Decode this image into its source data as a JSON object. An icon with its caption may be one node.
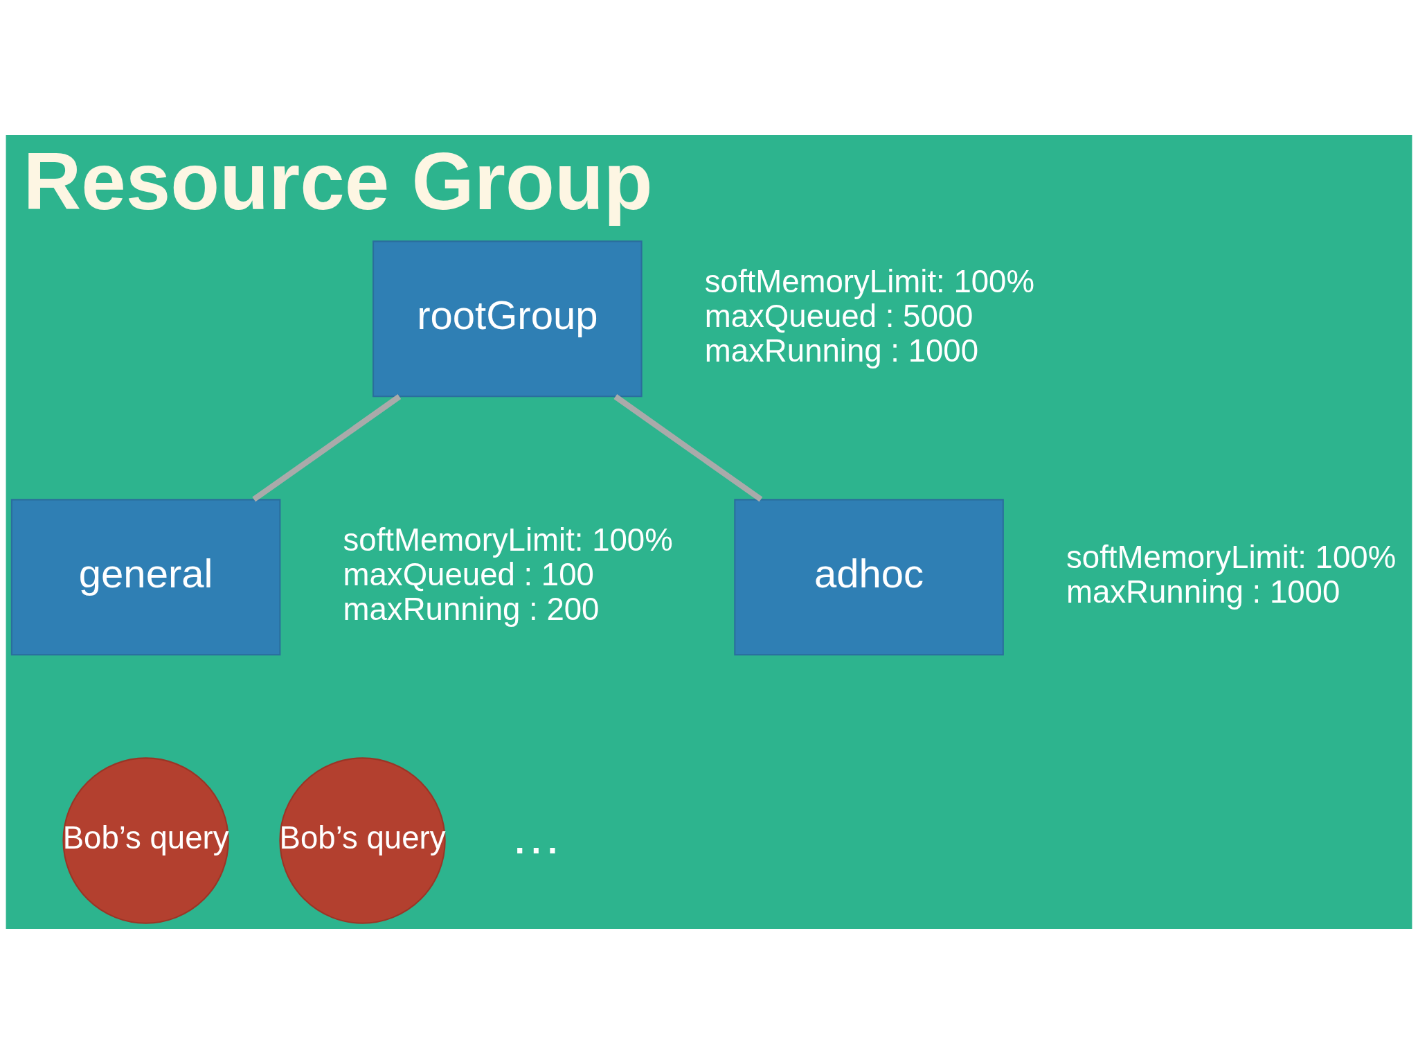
{
  "diagram": {
    "title": "Resource Group",
    "nodes": [
      {
        "text": [
          "rootGroup"
        ],
        "beside": [
          "softMemoryLimit: 100%",
          "maxQueued : 5000",
          "maxRunning : 1000"
        ]
      },
      {
        "text": [
          "general"
        ],
        "beside": [
          "softMemoryLimit: 100%",
          "maxQueued : 100",
          "maxRunning : 200"
        ]
      },
      {
        "text": [
          "adhoc"
        ],
        "beside": [
          "softMemoryLimit: 100%",
          "maxRunning : 1000"
        ]
      },
      {
        "text": [
          "Bob’s query"
        ]
      },
      {
        "text": [
          "Bob’s query"
        ]
      }
    ],
    "edges": [
      {
        "from": 0,
        "to": 1,
        "arrow": "none"
      },
      {
        "from": 0,
        "to": 2,
        "arrow": "none"
      }
    ],
    "labels": [
      "…"
    ]
  }
}
